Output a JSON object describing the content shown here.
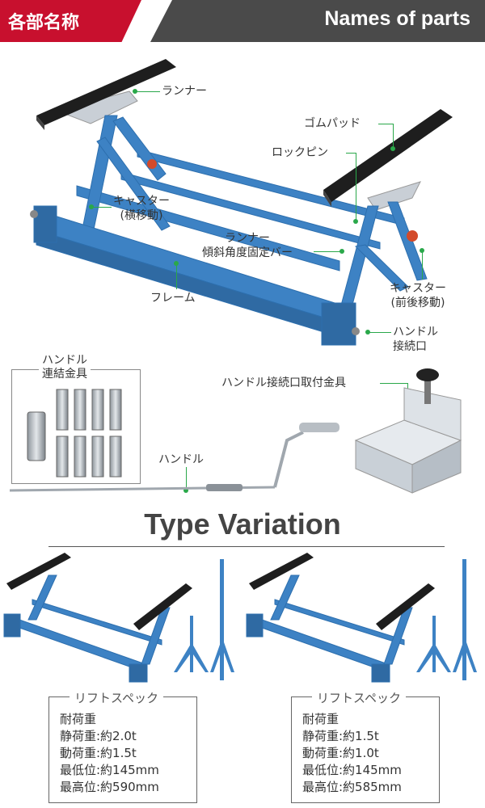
{
  "header": {
    "title_ja": "各部名称",
    "title_en": "Names of parts"
  },
  "parts": {
    "runner": "ランナー",
    "rubber_pad": "ゴムパッド",
    "lock_pin": "ロックピン",
    "caster_lateral": "キャスター\n(横移動)",
    "runner_bar": "ランナー\n傾斜角度固定バー",
    "caster_front": "キャスター\n(前後移動)",
    "frame": "フレーム",
    "handle_port": "ハンドル\n接続口"
  },
  "accessories": {
    "kit_label": "ハンドル\n連結金具",
    "handle_port_bracket": "ハンドル接続口取付金具",
    "handle": "ハンドル"
  },
  "type_variation": {
    "title": "Type Variation",
    "models": [
      {
        "spec_title": "リフトスペック",
        "lines": [
          "耐荷重",
          "静荷重:約2.0t",
          "動荷重:約1.5t",
          "最低位:約145mm",
          "最高位:約590mm"
        ]
      },
      {
        "spec_title": "リフトスペック",
        "lines": [
          "耐荷重",
          "静荷重:約1.5t",
          "動荷重:約1.0t",
          "最低位:約145mm",
          "最高位:約585mm"
        ]
      }
    ]
  },
  "colors": {
    "accent_red": "#c8102e",
    "header_gray": "#4a4a4a",
    "frame_blue": "#3d82c4",
    "leader_green": "#2aa84a"
  }
}
